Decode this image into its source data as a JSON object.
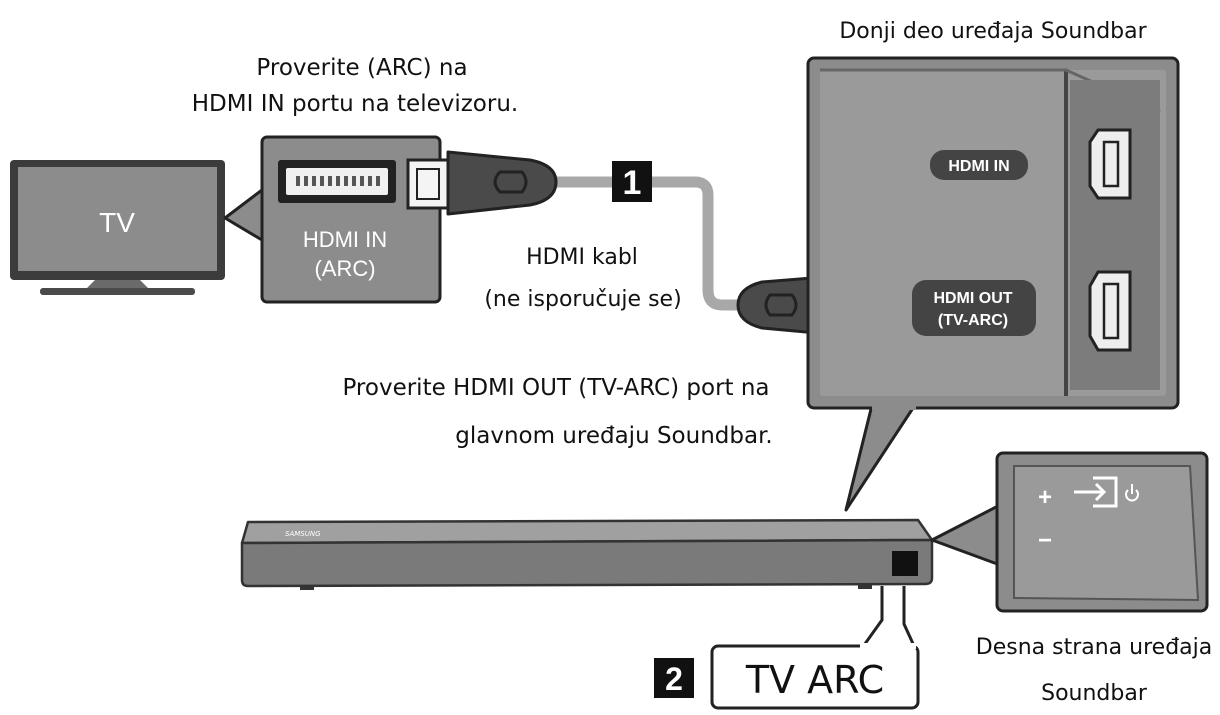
{
  "labels": {
    "tv_check_line1": "Proverite (ARC) na",
    "tv_check_line2": "HDMI IN portu na televizoru.",
    "tv": "TV",
    "tv_port_line1": "HDMI IN",
    "tv_port_line2": "(ARC)",
    "cable_line1": "HDMI kabl",
    "cable_line2": "(ne isporučuje se)",
    "bottom_title": "Donji deo uređaja Soundbar",
    "hdmi_in": "HDMI IN",
    "hdmi_out_line1": "HDMI OUT",
    "hdmi_out_line2": "(TV-ARC)",
    "soundbar_check_line1": "Proverite HDMI OUT (TV-ARC) port na",
    "soundbar_check_line2": "glavnom uređaju Soundbar.",
    "brand": "SAMSUNG",
    "right_side_line1": "Desna strana uređaja",
    "right_side_line2": "Soundbar",
    "tv_arc": "TV ARC"
  },
  "steps": {
    "step1": "1",
    "step2": "2"
  },
  "panel_buttons": {
    "plus": "+",
    "minus": "−"
  },
  "icons": {
    "input_source": "input-source-icon",
    "power": "power-icon"
  },
  "colors": {
    "panel_gray": "#8c8c8c",
    "dark_gray": "#4a4a4a",
    "line_gray": "#a8a8a8",
    "black": "#111111"
  }
}
